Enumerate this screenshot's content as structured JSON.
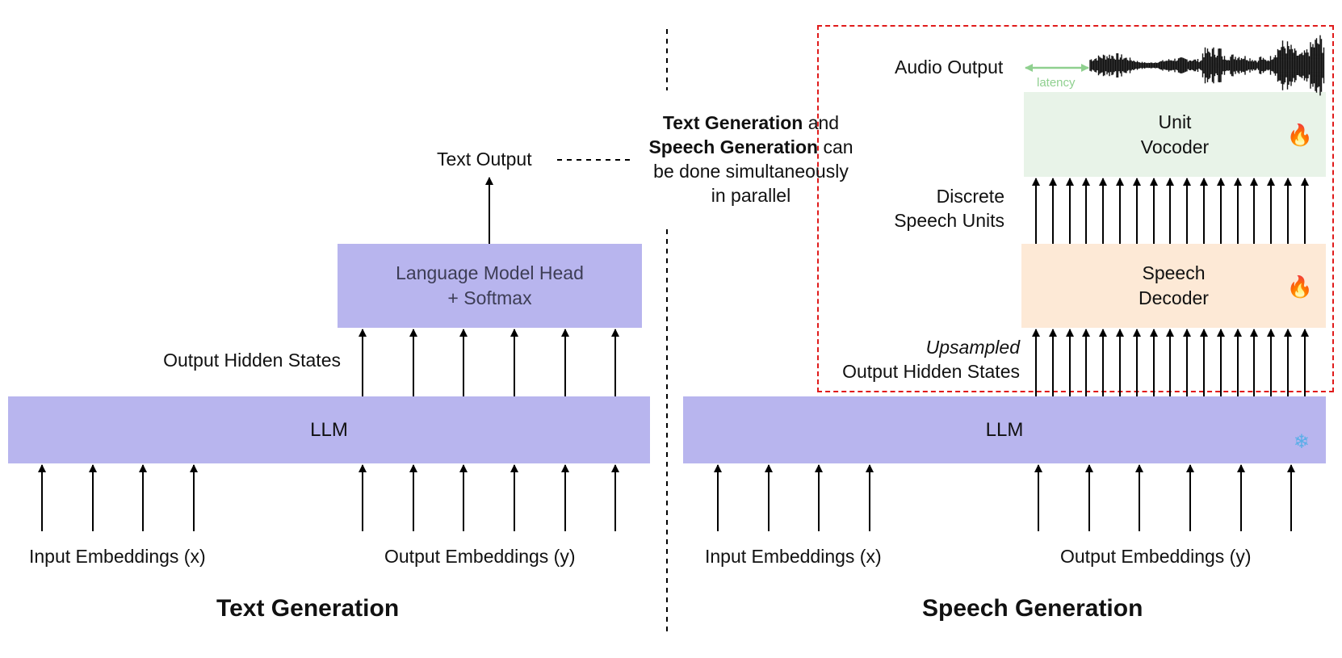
{
  "left_panel": {
    "title": "Text Generation",
    "llm_label": "LLM",
    "lm_head_line1": "Language Model Head",
    "lm_head_line2": "+ Softmax",
    "text_output": "Text Output",
    "output_hidden_states": "Output Hidden States",
    "input_embeddings": "Input Embeddings (x)",
    "output_embeddings": "Output Embeddings (y)"
  },
  "note": {
    "line1_bold": "Text Generation",
    "line1_rest": " and",
    "line2_bold": "Speech Generation",
    "line2_rest": " can",
    "line3": "be done simultaneously",
    "line4": "in parallel"
  },
  "right_panel": {
    "title": "Speech Generation",
    "llm_label": "LLM",
    "llm_icon": "snowflake-icon",
    "audio_output": "Audio Output",
    "latency": "latency",
    "vocoder_line1": "Unit",
    "vocoder_line2": "Vocoder",
    "vocoder_icon": "fire-icon",
    "discrete_units_line1": "Discrete",
    "discrete_units_line2": "Speech Units",
    "decoder_line1": "Speech",
    "decoder_line2": "Decoder",
    "decoder_icon": "fire-icon",
    "upsampled": "Upsampled",
    "output_hidden_states": "Output Hidden States",
    "input_embeddings": "Input Embeddings (x)",
    "output_embeddings": "Output Embeddings (y)"
  },
  "colors": {
    "llm": "#b8b5ee",
    "vocoder": "#e8f3e8",
    "decoder": "#fde9d6",
    "trainable_box_border": "#e01b1b",
    "latency_arrow": "#8fd08f"
  }
}
